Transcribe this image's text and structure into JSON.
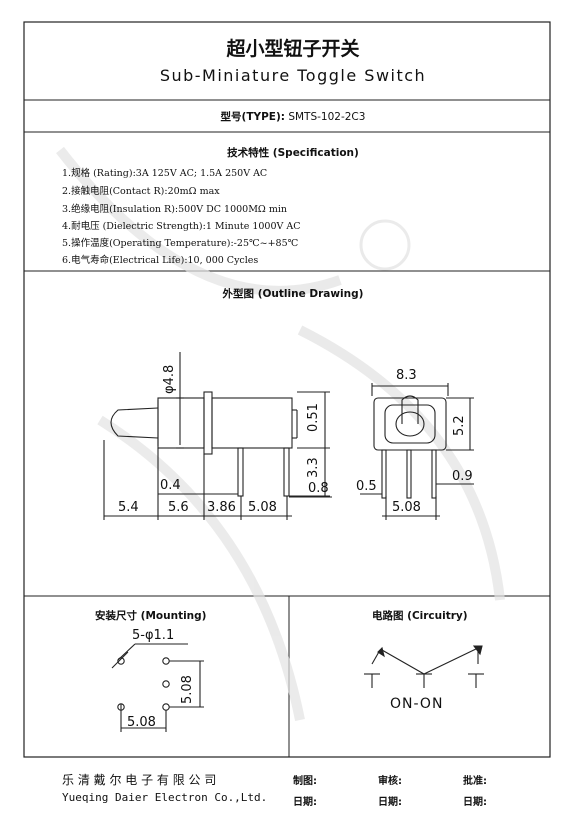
{
  "header": {
    "title_cn": "超小型钮子开关",
    "title_en": "Sub-Miniature Toggle Switch"
  },
  "model": {
    "label": "型号(TYPE):",
    "value": "SMTS-102-2C3"
  },
  "spec": {
    "heading": "技术特性 (Specification)",
    "items": [
      "1.规格    (Rating):3A 125V AC; 1.5A 250V AC",
      "2.接触电阻(Contact R):20mΩ max",
      "3.绝缘电阻(Insulation R):500V DC 1000MΩ min",
      "4.耐电压  (Dielectric Strength):1 Minute 1000V AC",
      "5.操作温度(Operating Temperature):-25℃~+85℃",
      "6.电气寿命(Electrical Life):10, 000 Cycles"
    ]
  },
  "outline": {
    "heading": "外型图 (Outline Drawing)",
    "dims": {
      "dia": "φ4.8",
      "d051": "0.51",
      "d33": "3.3",
      "d04": "0.4",
      "d08": "0.8",
      "d54": "5.4",
      "d56": "5.6",
      "d386": "3.86",
      "d508a": "5.08",
      "d83": "8.3",
      "d52": "5.2",
      "d05": "0.5",
      "d09": "0.9",
      "d508b": "5.08"
    }
  },
  "mounting": {
    "heading": "安装尺寸 (Mounting)",
    "hole_label": "5-φ1.1",
    "dim_v": "5.08",
    "dim_h": "5.08"
  },
  "circuitry": {
    "heading": "电路图 (Circuitry)",
    "label": "ON-ON"
  },
  "footer": {
    "company_cn": "乐 清 戴 尔 电 子 有 限 公 司",
    "company_en": "Yueqing Daier Electron Co.,Ltd.",
    "drawn": "制图:",
    "checked": "审核:",
    "approved": "批准:",
    "date1": "日期:",
    "date2": "日期:",
    "date3": "日期:"
  },
  "colors": {
    "line": "#222222",
    "watermark": "#dcdcdc"
  }
}
